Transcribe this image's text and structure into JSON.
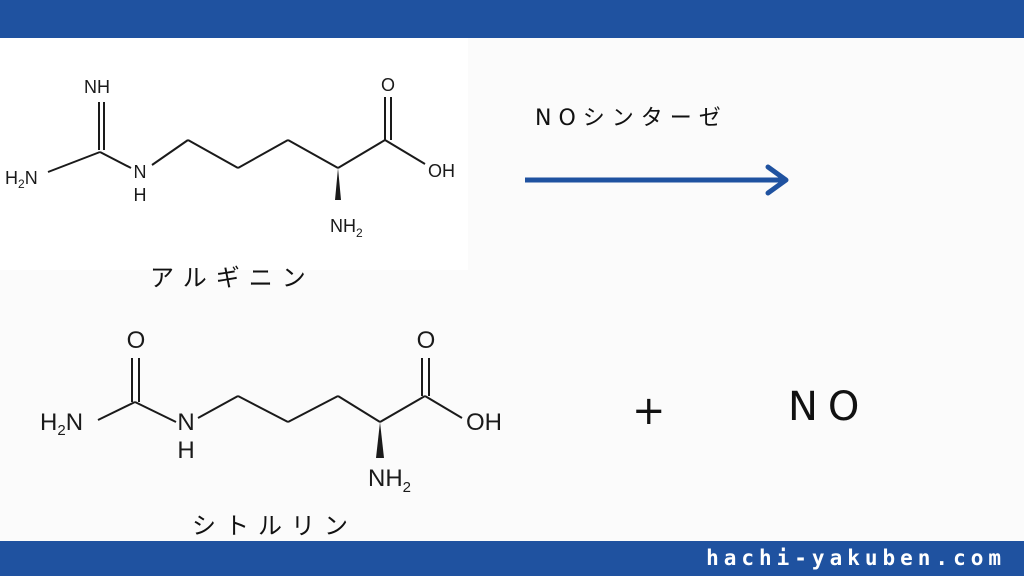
{
  "header": {
    "bar_color": "#1f52a0"
  },
  "footer": {
    "site": "hachi-yakuben.com",
    "bar_color": "#1f52a0"
  },
  "reaction": {
    "enzyme": "NOシンターゼ",
    "arrow_color": "#1f52a0",
    "plus": "+",
    "product": "NO"
  },
  "arginine": {
    "name": "アルギニン",
    "atoms": {
      "imine": "NH",
      "amine": "H2N",
      "nh_n": "N",
      "nh_h": "H",
      "carbonyl_o": "O",
      "hydroxyl": "OH",
      "alpha_nh2": "NH2"
    }
  },
  "citrulline": {
    "name": "シトルリン",
    "atoms": {
      "carbonyl_o": "O",
      "amine": "H2N",
      "nh_n": "N",
      "nh_h": "H",
      "acid_o": "O",
      "hydroxyl": "OH",
      "alpha_nh2": "NH2"
    }
  }
}
